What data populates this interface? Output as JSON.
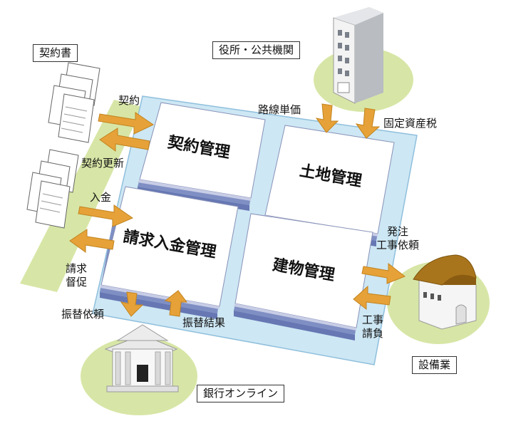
{
  "nodes": {
    "contract_docs": "契約書",
    "government": "役所・公共機関",
    "contractors": "設備業",
    "bank": "銀行オンライン"
  },
  "modules": {
    "contract": "契約管理",
    "land": "土地管理",
    "billing": "請求入金管理",
    "building": "建物管理"
  },
  "flows": {
    "contract": "契約",
    "contract_renewal": "契約更新",
    "payment_in": "入金",
    "billing_reminder": "請求\n督促",
    "route_price": "路線単価",
    "property_tax": "固定資産税",
    "order_request": "発注\n工事依頼",
    "construction_bill": "工事\n請負",
    "transfer_request": "振替依頼",
    "transfer_result": "振替結果"
  },
  "colors": {
    "platform": "#cde7f4",
    "platform_edge": "#8fbfdc",
    "green_ellipse": "#d7e6a6",
    "arrow": "#e6a238",
    "stack": "#7f8fc4",
    "roof": "#a9751c"
  }
}
